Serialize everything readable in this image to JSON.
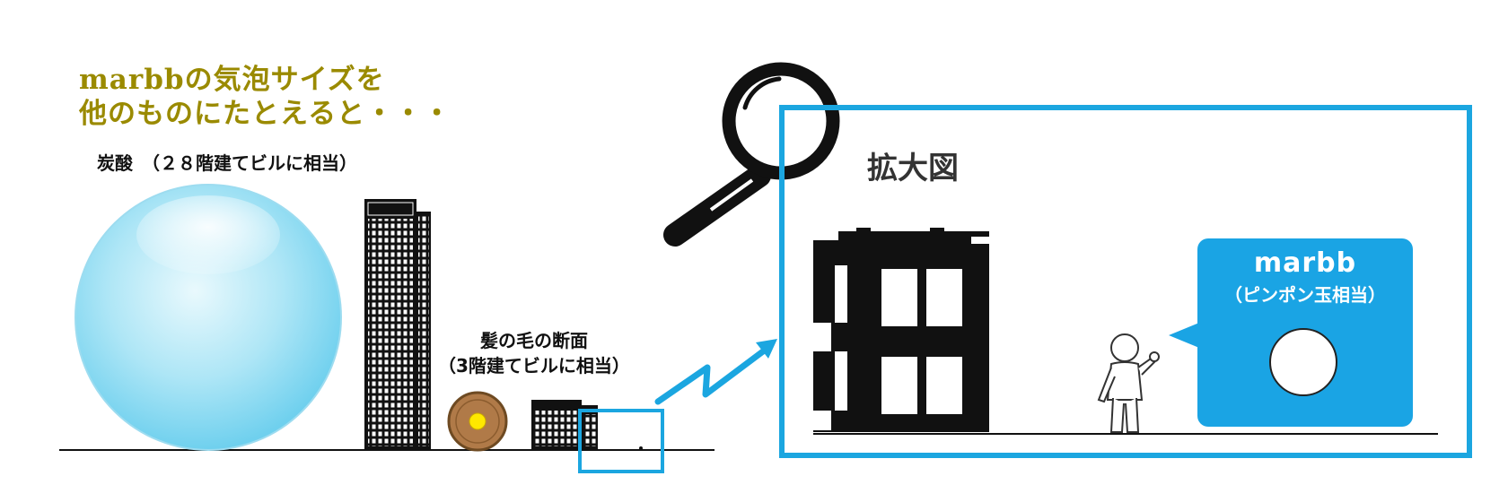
{
  "heading": {
    "line1": "marbbの気泡サイズを",
    "line2": "他のものにたとえると・・・"
  },
  "labels": {
    "carbonic": "炭酸　（２８階建てビルに相当）",
    "hair_line1": "髪の毛の断面",
    "hair_line2": "（3階建てビルに相当）",
    "zoom": "拡大図",
    "marbb": "marbb",
    "marbb_sub": "（ピンポン玉相当）"
  },
  "colors": {
    "heading": "#9a8a00",
    "accent_blue": "#1aa4e4",
    "bubble_light": "#aee6f6",
    "bubble_dark": "#6fd0ee",
    "hair_brown": "#b07a48",
    "hair_core": "#ffe800"
  },
  "icons": [
    "magnifier-icon",
    "person-icon",
    "arrow-icon"
  ]
}
